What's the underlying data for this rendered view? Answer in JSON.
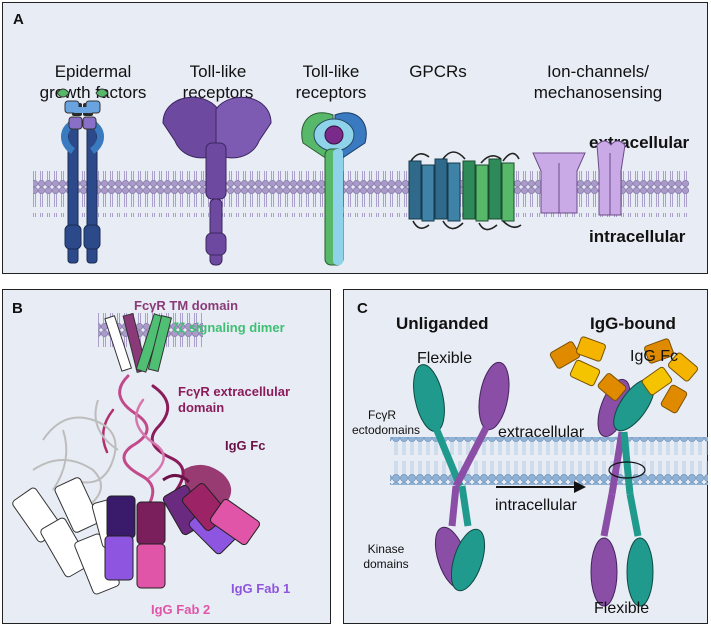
{
  "panelA": {
    "label": "A",
    "categories": [
      {
        "line1": "Epidermal",
        "line2": "growth factors"
      },
      {
        "line1": "Toll-like",
        "line2": "receptors"
      },
      {
        "line1": "Toll-like",
        "line2": "receptors"
      },
      {
        "line1": "GPCRs",
        "line2": ""
      },
      {
        "line1": "Ion-channels/",
        "line2": "mechanosensing"
      }
    ],
    "extracellular": "extracellular",
    "intracellular": "intracellular"
  },
  "panelB": {
    "label": "B",
    "tm_domain": "FcγR TM domain",
    "signaling_dimer": "ζζ signaling dimer",
    "ecd_line1": "FcγR extracellular",
    "ecd_line2": "domain",
    "igg_fc": "IgG Fc",
    "fab1": "IgG Fab 1",
    "fab2": "IgG Fab 2"
  },
  "panelC": {
    "label": "C",
    "unliganded": "Unliganded",
    "iggbound": "IgG-bound",
    "flexible_top": "Flexible",
    "ecto_line1": "FcγR",
    "ecto_line2": "ectodomains",
    "extracellular": "extracellular",
    "intracellular": "intracellular",
    "kinase_line1": "Kinase",
    "kinase_line2": "domains",
    "igg_fc": "IgG Fc",
    "flexible_bottom": "Flexible"
  },
  "colors": {
    "panel_bg": "#e8ecf4",
    "membrane_a": "#a99ac8",
    "membrane_c": "#8fb2d6",
    "teal": "#1f9a8c",
    "purple": "#8a4ea6",
    "fc_magenta": "#8b1c5c",
    "tm_green": "#3fbf73"
  }
}
